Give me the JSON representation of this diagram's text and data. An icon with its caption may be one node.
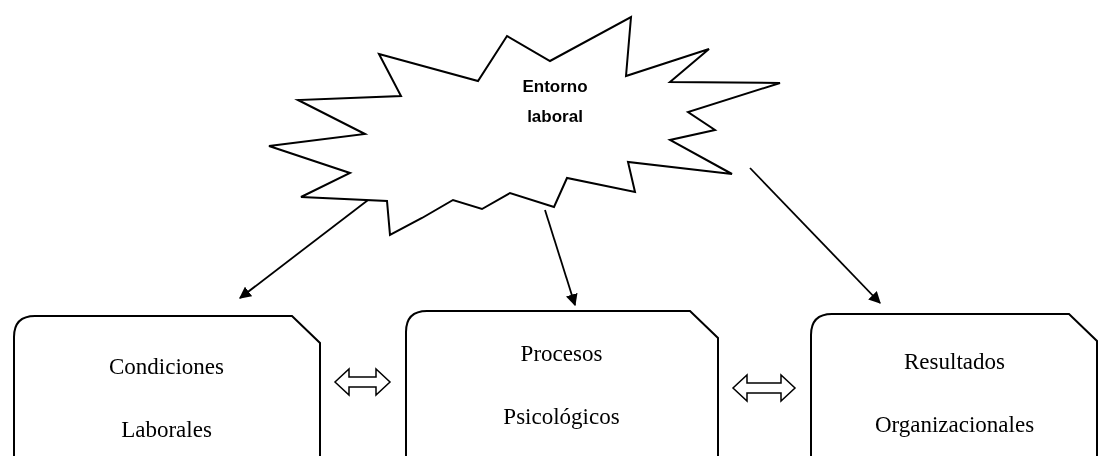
{
  "diagram": {
    "nodes": [
      {
        "text": [
          "Entorno laboral"
        ]
      },
      {
        "text": [
          "Condiciones Laborales"
        ]
      },
      {
        "text": [
          "Procesos Psicológicos"
        ]
      },
      {
        "text": [
          "Resultados Organizacionales"
        ]
      }
    ],
    "edges": [
      {
        "from": 0,
        "to": 1,
        "arrow": "to"
      },
      {
        "from": 0,
        "to": 2,
        "arrow": "to"
      },
      {
        "from": 0,
        "to": 3,
        "arrow": "to"
      },
      {
        "from": 1,
        "to": 2,
        "arrow": "both"
      },
      {
        "from": 2,
        "to": 3,
        "arrow": "both"
      }
    ]
  }
}
